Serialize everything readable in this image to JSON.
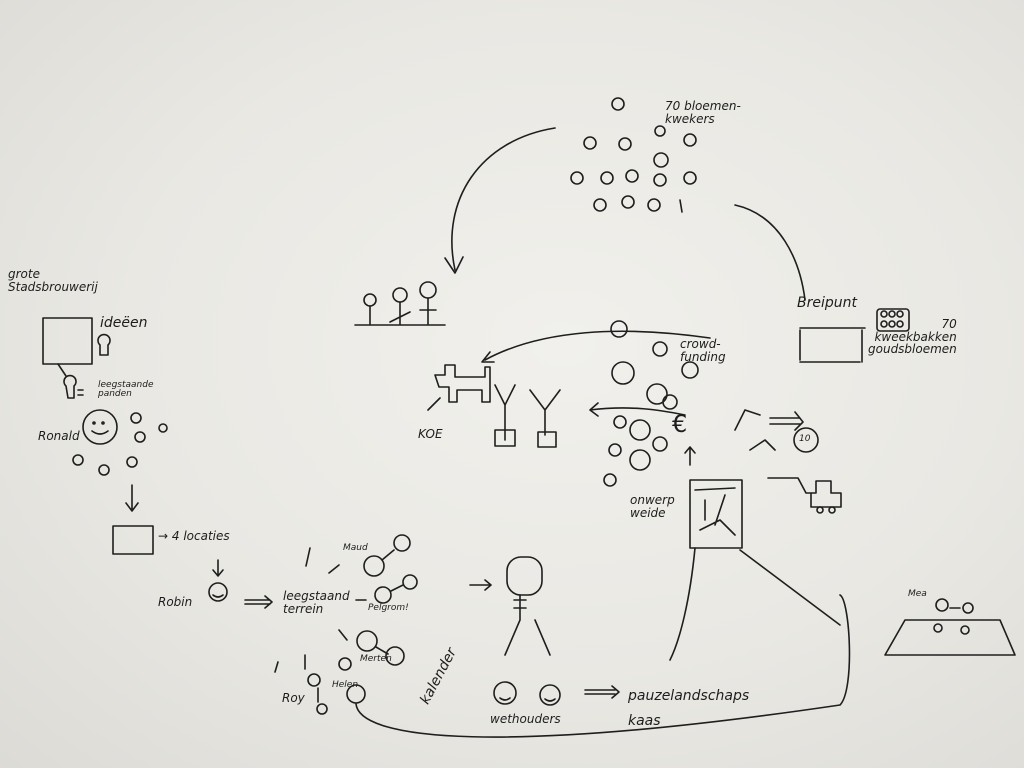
{
  "sketch": {
    "bloemenkwekers": "70 bloemen-\nkwekers",
    "brouwerij": "grote\nStadsbrouwerij",
    "ideeen": "ideëen",
    "leegstaande_panden": "leegstaande\npanden",
    "ronald": "Ronald",
    "locaties": "→ 4 locaties",
    "robin": "Robin",
    "leegstaand_terrein": "leegstaand\nterrein",
    "maud": "Maud",
    "pelgrom": "Pelgrom!",
    "merten": "Merten",
    "helen": "Helen",
    "roy": "Roy",
    "kalender": "kalender",
    "wethouders": "wethouders",
    "pauze": "pauzelandschaps\nkaas",
    "koe": "KOE",
    "crowdfunding": "crowd-\nfunding",
    "euro": "€",
    "breipunt": "Breipunt",
    "kweekbakken": "70\nkweekbakken\ngoudsbloemen",
    "ten": "10",
    "ontwerp": "onwerp\nweide",
    "mea": "Mea"
  }
}
